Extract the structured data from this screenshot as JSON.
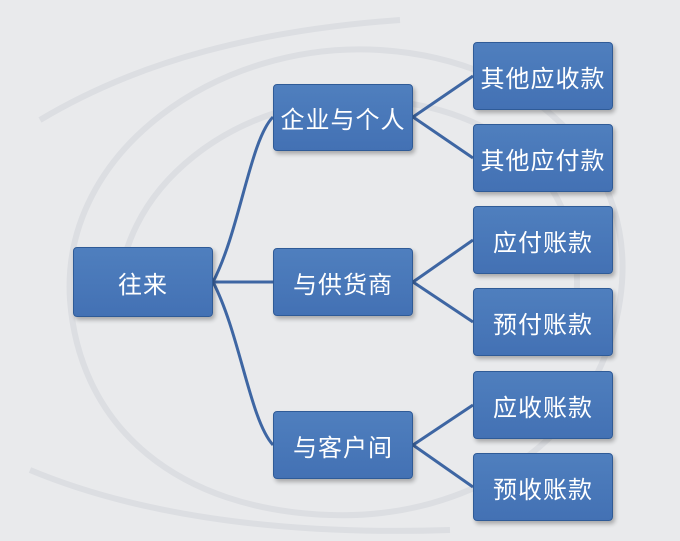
{
  "diagram": {
    "root": "往来",
    "branches": [
      {
        "label": "企业与个人",
        "children": [
          "其他应收款",
          "其他应付款"
        ]
      },
      {
        "label": "与供货商",
        "children": [
          "应付账款",
          "预付账款"
        ]
      },
      {
        "label": "与客户间",
        "children": [
          "应收账款",
          "预收账款"
        ]
      }
    ]
  },
  "colors": {
    "node_fill": "#4a79b9",
    "connector": "#3e66a3",
    "background": "#e9eaec"
  }
}
